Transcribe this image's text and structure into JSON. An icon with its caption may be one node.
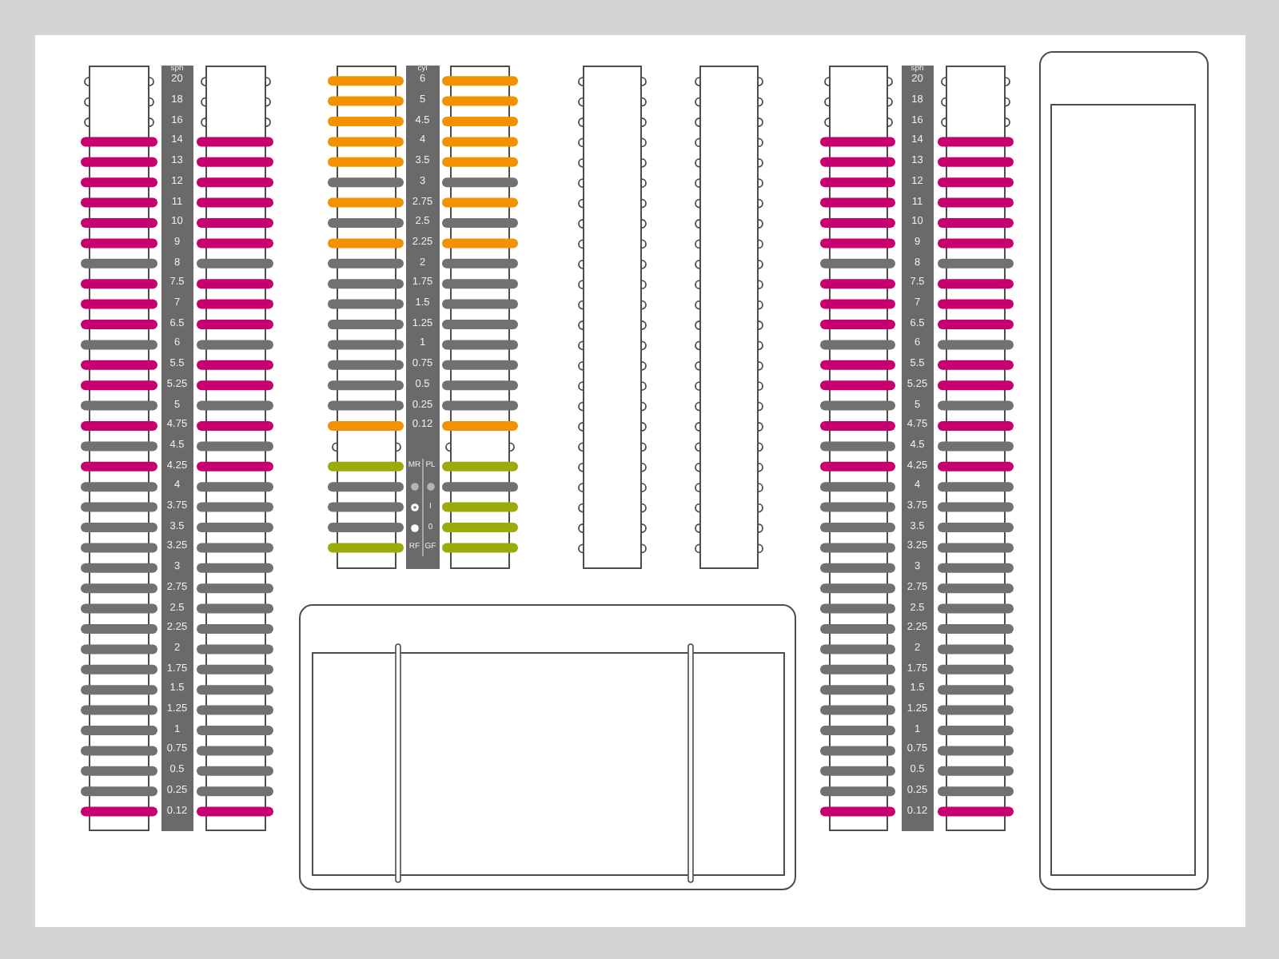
{
  "diagram": {
    "nodes": [
      {
        "text": [],
        "shape": "box"
      },
      {
        "text": [
          "sph",
          "20",
          "18",
          "16",
          "14",
          "13",
          "12",
          "11",
          "10",
          "9",
          "8",
          "7.5",
          "7",
          "6.5",
          "6",
          "5.5",
          "5.25",
          "5",
          "4.75",
          "4.5",
          "4.25",
          "4",
          "3.75",
          "3.5",
          "3.25",
          "3",
          "2.75",
          "2.5",
          "2.25",
          "2",
          "1.75",
          "1.5",
          "1.25",
          "1",
          "0.75",
          "0.5",
          "0.25",
          "0.12"
        ]
      },
      {
        "text": [],
        "shape": "box"
      },
      {
        "text": [],
        "shape": "box"
      },
      {
        "text": [
          "cyl",
          "6",
          "5",
          "4.5",
          "4",
          "3.5",
          "3",
          "2.75",
          "2.5",
          "2.25",
          "2",
          "1.75",
          "1.5",
          "1.25",
          "1",
          "0.75",
          "0.5",
          "0.25",
          "0.12",
          "MR",
          "PL",
          "I",
          "0",
          "RF",
          "GF"
        ]
      },
      {
        "text": [],
        "shape": "box"
      },
      {
        "text": [],
        "shape": "box"
      },
      {
        "text": [],
        "shape": "box"
      },
      {
        "text": [],
        "shape": "box"
      },
      {
        "text": [
          "sph",
          "20",
          "18",
          "16",
          "14",
          "13",
          "12",
          "11",
          "10",
          "9",
          "8",
          "7.5",
          "7",
          "6.5",
          "6",
          "5.5",
          "5.25",
          "5",
          "4.75",
          "4.5",
          "4.25",
          "4",
          "3.75",
          "3.5",
          "3.25",
          "3",
          "2.75",
          "2.5",
          "2.25",
          "2",
          "1.75",
          "1.5",
          "1.25",
          "1",
          "0.75",
          "0.5",
          "0.25",
          "0.12"
        ]
      },
      {
        "text": [],
        "shape": "box"
      },
      {
        "text": [],
        "shape": "box"
      },
      {
        "text": [],
        "shape": "box",
        "in": 11
      },
      {
        "text": [],
        "shape": "box"
      },
      {
        "text": [],
        "shape": "box",
        "in": 13
      }
    ]
  }
}
